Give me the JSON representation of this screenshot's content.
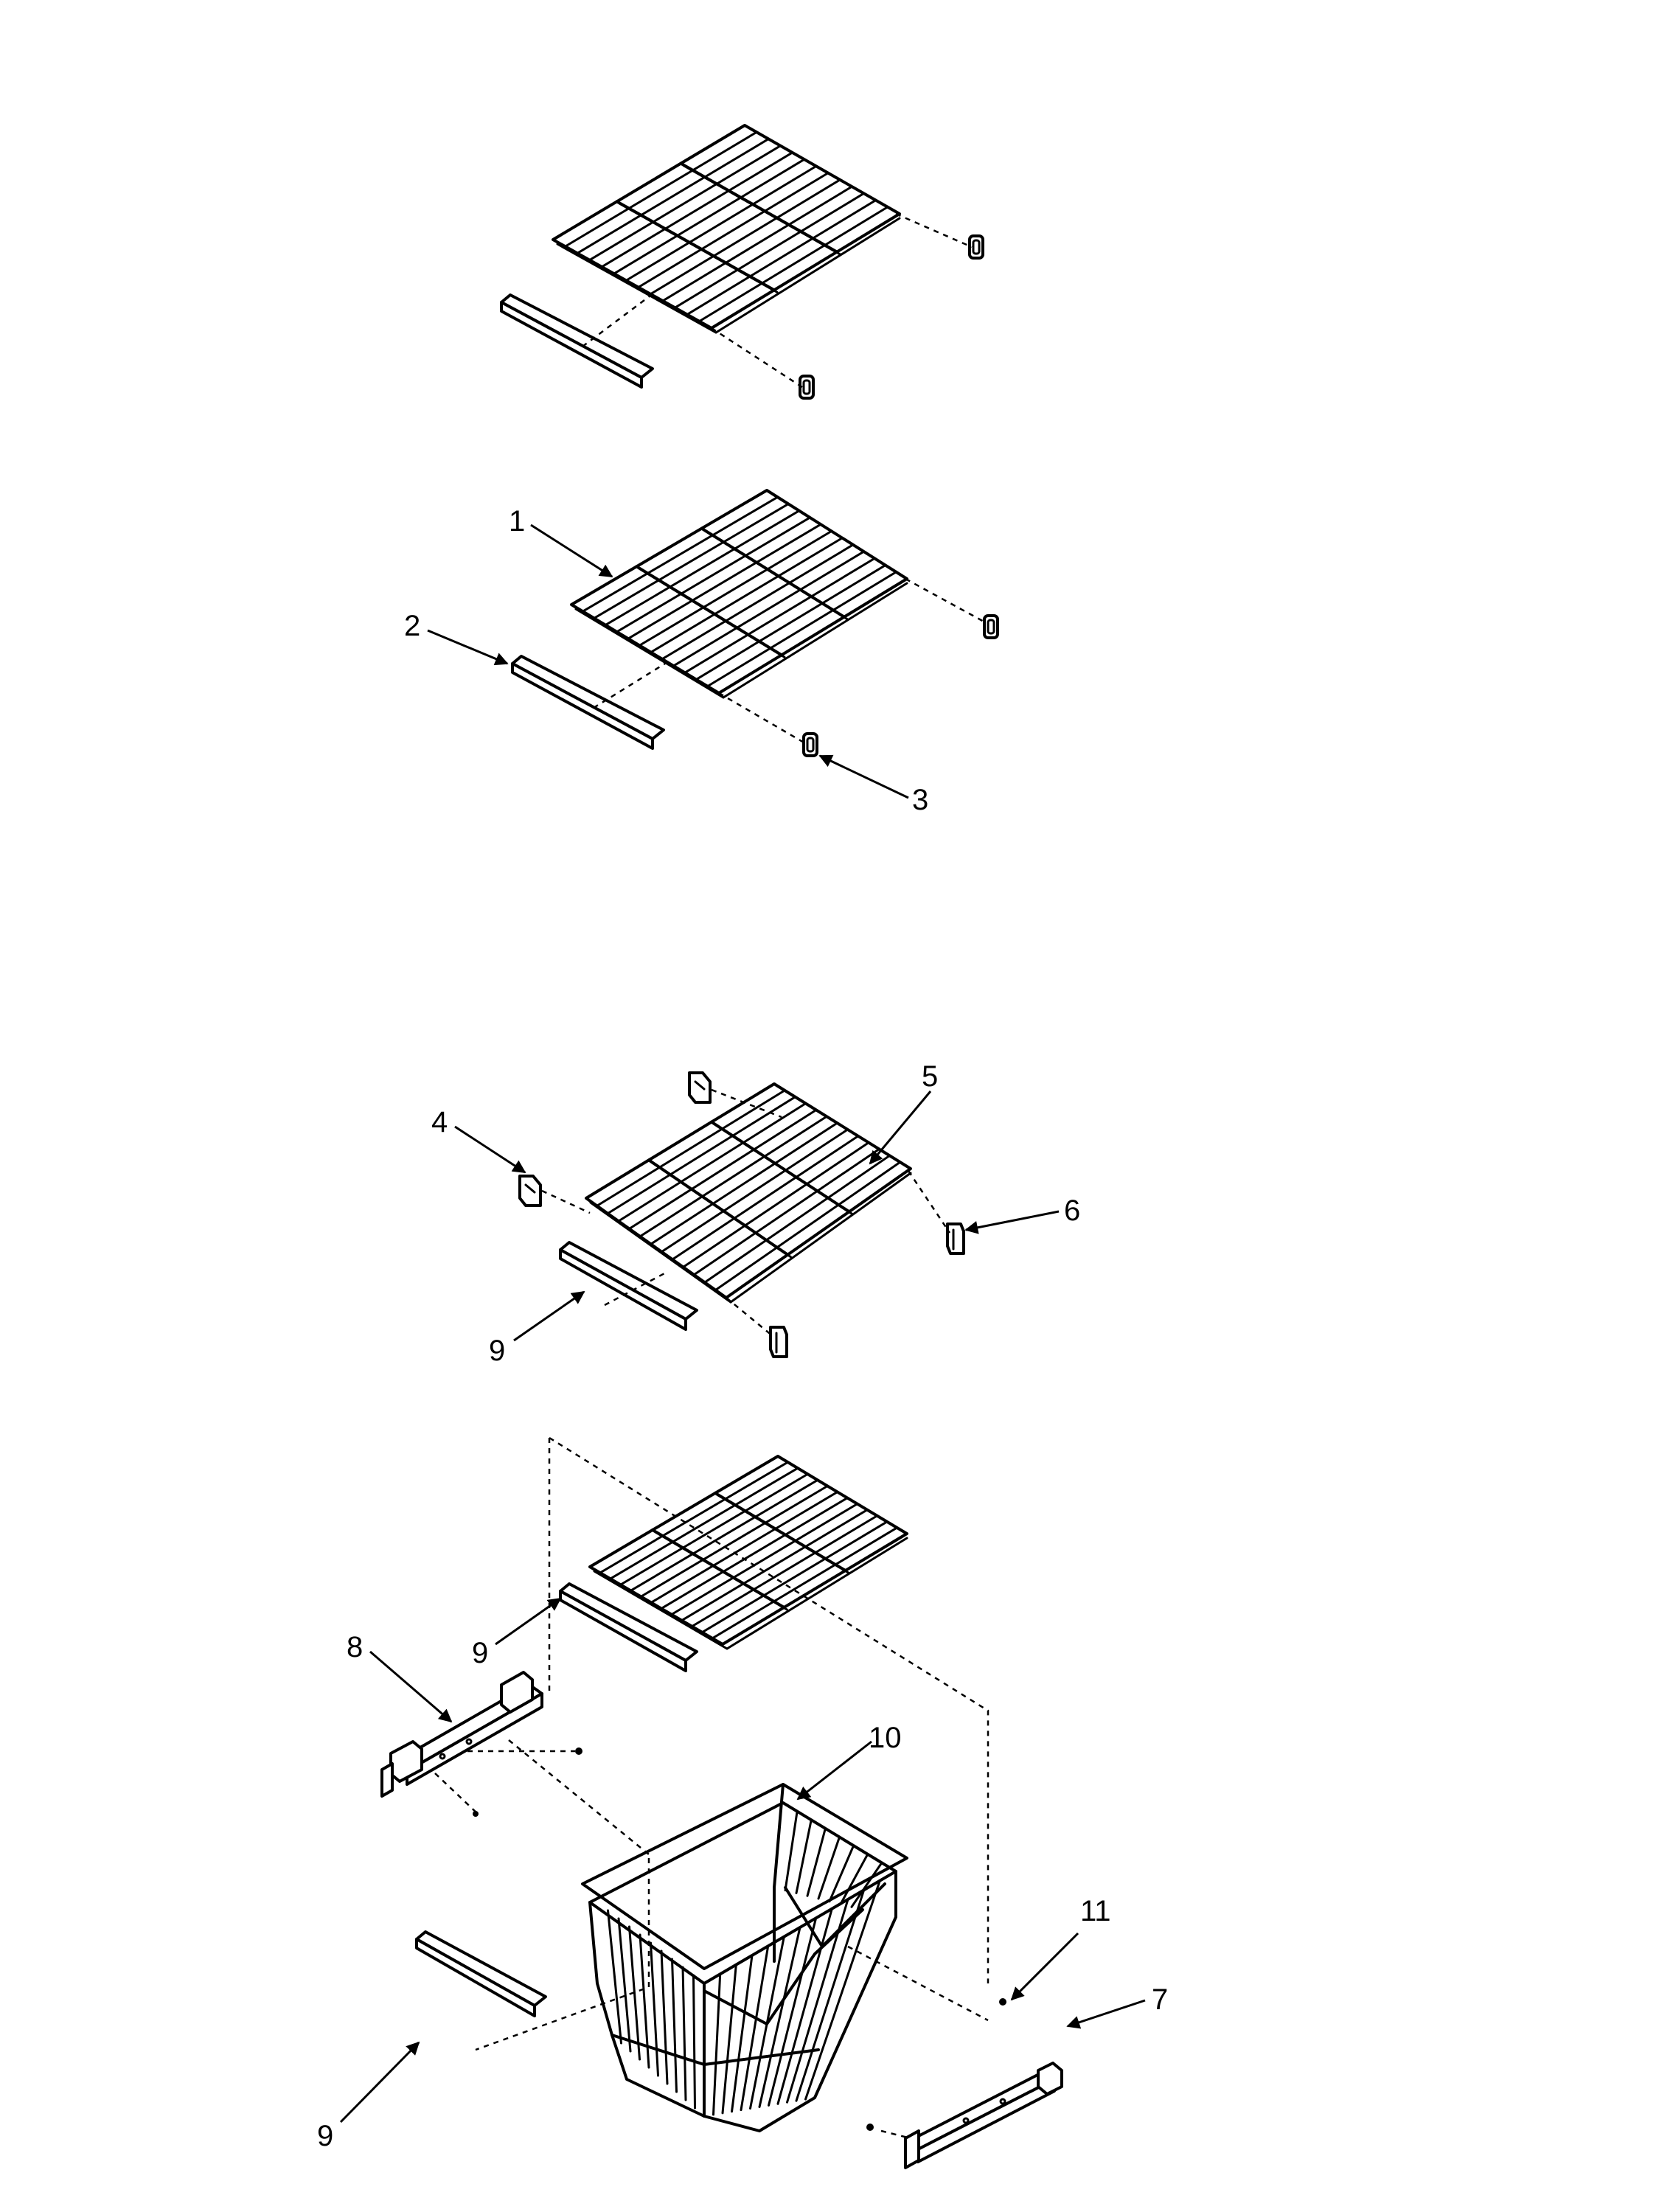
{
  "callouts": {
    "c1": "1",
    "c2": "2",
    "c3": "3",
    "c4": "4",
    "c5": "5",
    "c6": "6",
    "c7": "7",
    "c8": "8",
    "c9a": "9",
    "c9b": "9",
    "c9c": "9",
    "c10": "10",
    "c11": "11"
  },
  "colors": {
    "ink": "#000000",
    "paper": "#ffffff"
  }
}
